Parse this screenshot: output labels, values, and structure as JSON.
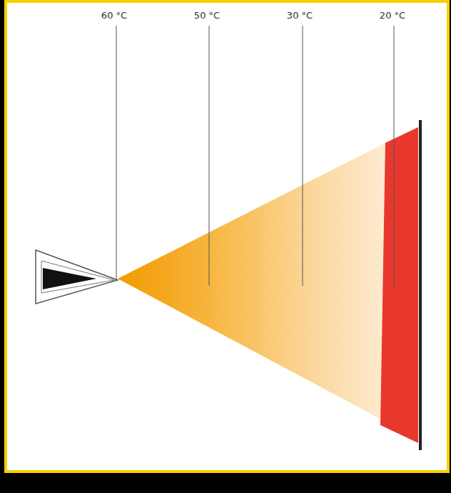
{
  "diagram": {
    "labels": [
      "60 °C",
      "50 °C",
      "30 °C",
      "20 °C"
    ]
  }
}
